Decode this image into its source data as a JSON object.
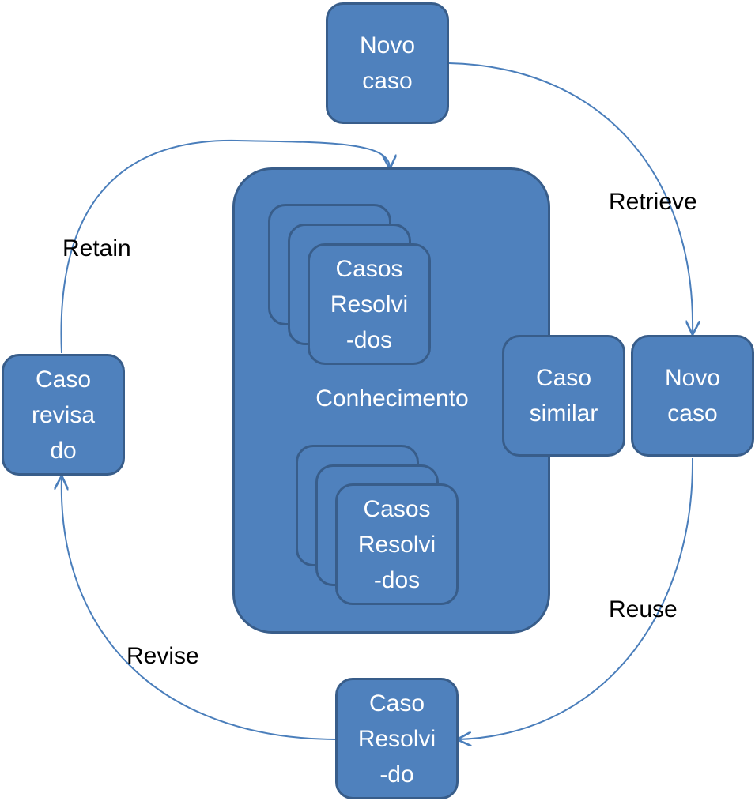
{
  "nodes": {
    "novo_caso_top": [
      "Novo",
      "caso"
    ],
    "conhecimento_label": "Conhecimento",
    "casos_resolvidos_top": [
      "Casos",
      "Resolvi",
      "-dos"
    ],
    "casos_resolvidos_bottom": [
      "Casos",
      "Resolvi",
      "-dos"
    ],
    "caso_similar": [
      "Caso",
      "similar"
    ],
    "novo_caso_right": [
      "Novo",
      "caso"
    ],
    "caso_revisado": [
      "Caso",
      "revisa",
      "do"
    ],
    "caso_resolvido": [
      "Caso",
      "Resolvi",
      "-do"
    ]
  },
  "steps": {
    "retrieve": "Retrieve",
    "reuse": "Reuse",
    "revise": "Revise",
    "retain": "Retain"
  },
  "colors": {
    "box_fill": "#4f81bd",
    "box_border": "#385d8a",
    "arrow": "#4a7ebb",
    "text_on_box": "#ffffff",
    "label_text": "#000000"
  }
}
